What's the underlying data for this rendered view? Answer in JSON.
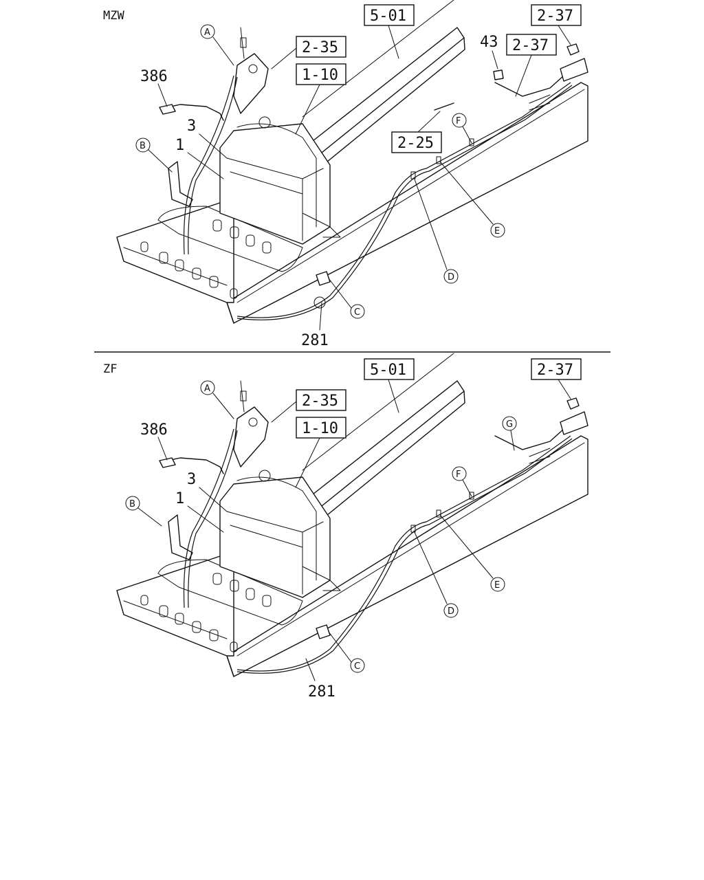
{
  "panels": [
    {
      "id": "top",
      "variant": "MZW",
      "ref_boxes": [
        "5-01",
        "2-35",
        "1-10",
        "2-37",
        "2-37",
        "2-25"
      ],
      "part_numbers": [
        "386",
        "3",
        "1",
        "43",
        "281"
      ],
      "callouts": [
        "A",
        "B",
        "C",
        "D",
        "E",
        "F"
      ]
    },
    {
      "id": "bottom",
      "variant": "ZF",
      "ref_boxes": [
        "5-01",
        "2-35",
        "1-10",
        "2-37"
      ],
      "part_numbers": [
        "386",
        "3",
        "1",
        "281"
      ],
      "callouts": [
        "A",
        "B",
        "C",
        "D",
        "E",
        "F",
        "G"
      ]
    }
  ]
}
